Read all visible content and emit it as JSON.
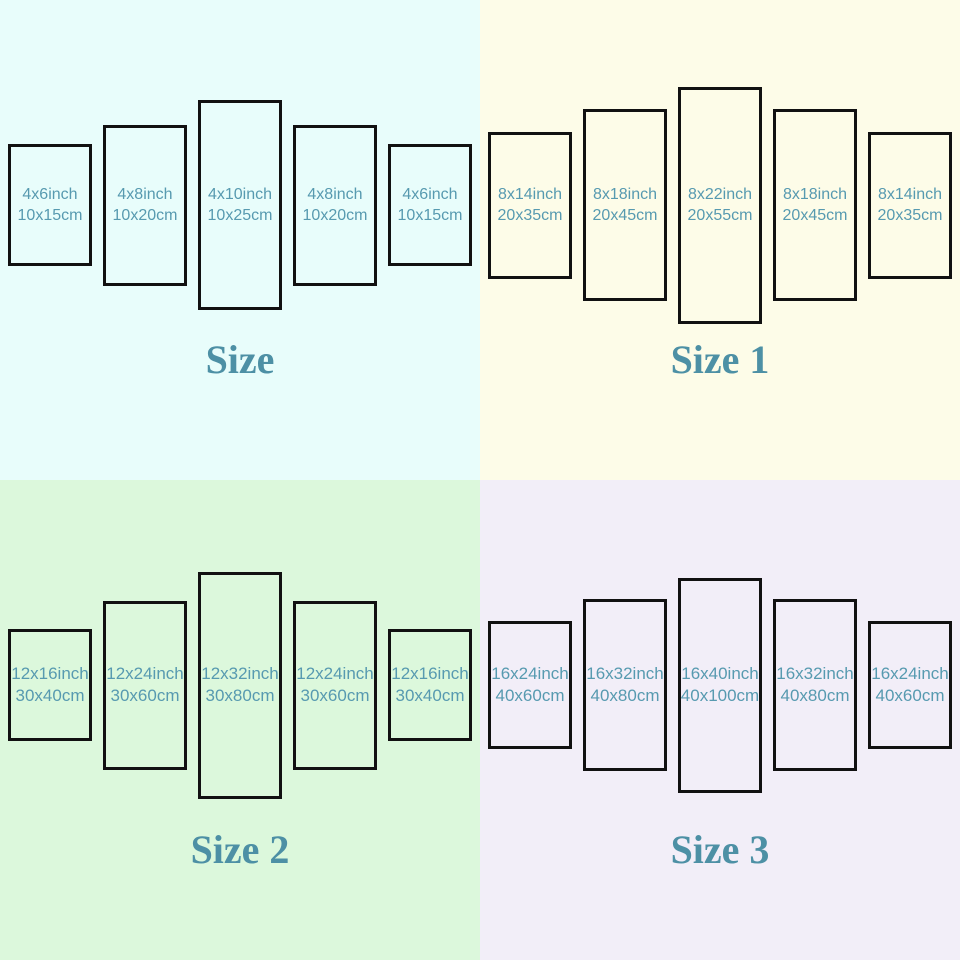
{
  "quadrants": [
    {
      "title": "Size",
      "bg": "#e8fdfb",
      "panels": [
        {
          "inch": "4x6inch",
          "cm": "10x15cm"
        },
        {
          "inch": "4x8inch",
          "cm": "10x20cm"
        },
        {
          "inch": "4x10inch",
          "cm": "10x25cm"
        },
        {
          "inch": "4x8inch",
          "cm": "10x20cm"
        },
        {
          "inch": "4x6inch",
          "cm": "10x15cm"
        }
      ]
    },
    {
      "title": "Size 1",
      "bg": "#fdfce8",
      "panels": [
        {
          "inch": "8x14inch",
          "cm": "20x35cm"
        },
        {
          "inch": "8x18inch",
          "cm": "20x45cm"
        },
        {
          "inch": "8x22inch",
          "cm": "20x55cm"
        },
        {
          "inch": "8x18inch",
          "cm": "20x45cm"
        },
        {
          "inch": "8x14inch",
          "cm": "20x35cm"
        }
      ]
    },
    {
      "title": "Size 2",
      "bg": "#dcf8dc",
      "panels": [
        {
          "inch": "12x16inch",
          "cm": "30x40cm"
        },
        {
          "inch": "12x24inch",
          "cm": "30x60cm"
        },
        {
          "inch": "12x32inch",
          "cm": "30x80cm"
        },
        {
          "inch": "12x24inch",
          "cm": "30x60cm"
        },
        {
          "inch": "12x16inch",
          "cm": "30x40cm"
        }
      ]
    },
    {
      "title": "Size 3",
      "bg": "#f2eef8",
      "panels": [
        {
          "inch": "16x24inch",
          "cm": "40x60cm"
        },
        {
          "inch": "16x32inch",
          "cm": "40x80cm"
        },
        {
          "inch": "16x40inch",
          "cm": "40x100cm"
        },
        {
          "inch": "16x32inch",
          "cm": "40x80cm"
        },
        {
          "inch": "16x24inch",
          "cm": "40x60cm"
        }
      ]
    }
  ],
  "colors": {
    "panel_border": "#111111",
    "panel_text": "#579ab0",
    "title_text": "#4d90a5",
    "bg_top_left": "#e8fdfb",
    "bg_top_right": "#fdfce8",
    "bg_bottom_left": "#dcf8dc",
    "bg_bottom_right": "#f2eef8"
  }
}
